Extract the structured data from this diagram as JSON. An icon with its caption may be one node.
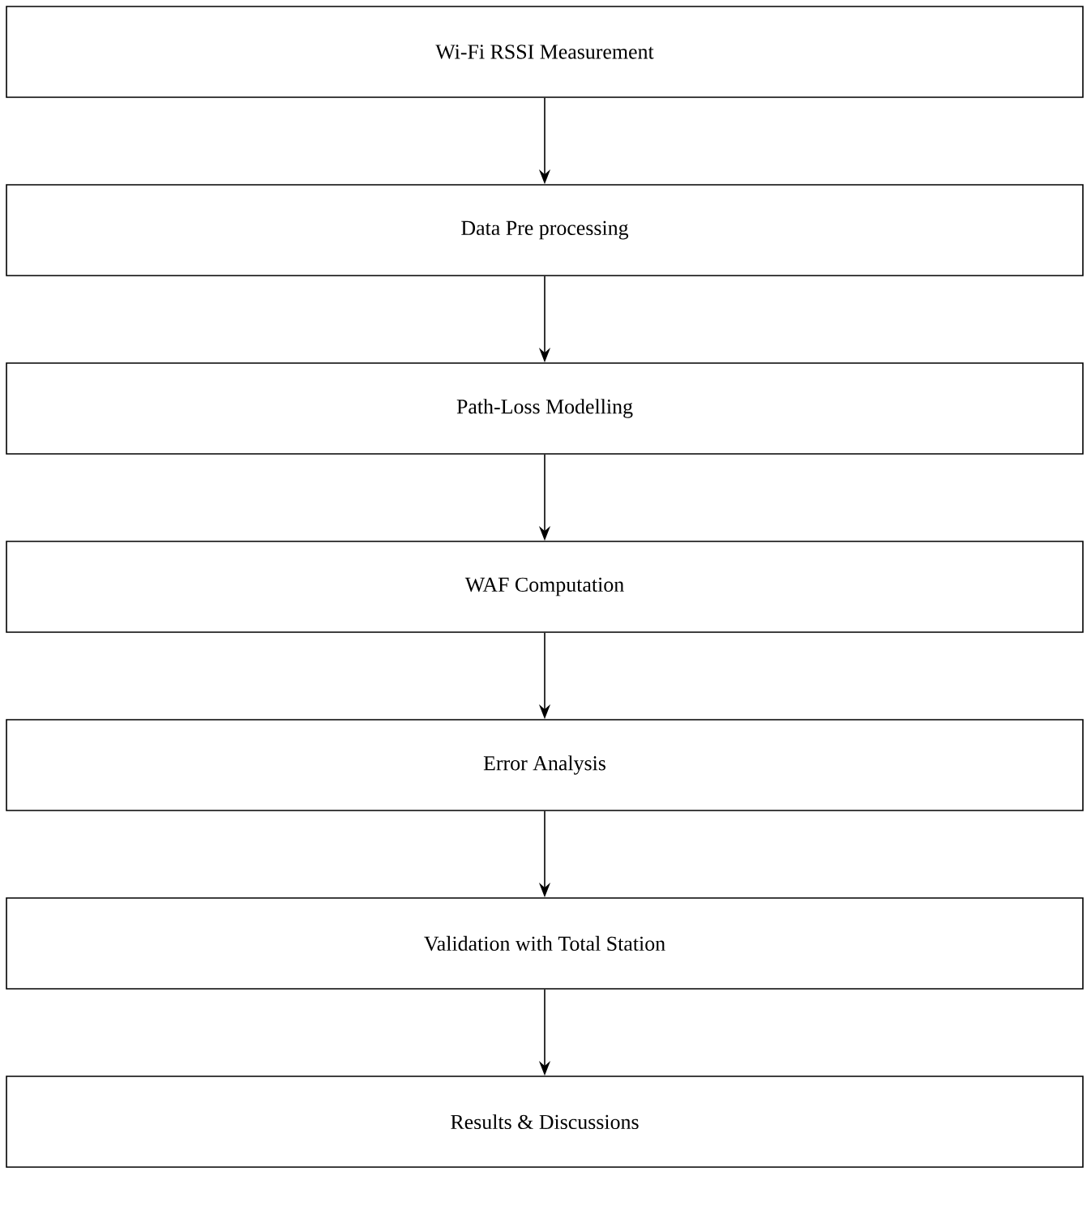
{
  "diagram": {
    "nodes": [
      {
        "text": [
          "Wi-Fi RSSI Measurement"
        ]
      },
      {
        "text": [
          "Data Pre processing"
        ]
      },
      {
        "text": [
          "Path-Loss Modelling"
        ]
      },
      {
        "text": [
          "WAF Computation"
        ]
      },
      {
        "text": [
          "Error Analysis"
        ]
      },
      {
        "text": [
          "Validation with Total Station"
        ]
      },
      {
        "text": [
          "Results & Discussions"
        ]
      }
    ],
    "edges": [
      {
        "from": 0,
        "to": 1,
        "arrow": "to"
      },
      {
        "from": 1,
        "to": 2,
        "arrow": "to"
      },
      {
        "from": 2,
        "to": 3,
        "arrow": "to"
      },
      {
        "from": 3,
        "to": 4,
        "arrow": "to"
      },
      {
        "from": 4,
        "to": 5,
        "arrow": "to"
      },
      {
        "from": 5,
        "to": 6,
        "arrow": "to"
      }
    ]
  }
}
